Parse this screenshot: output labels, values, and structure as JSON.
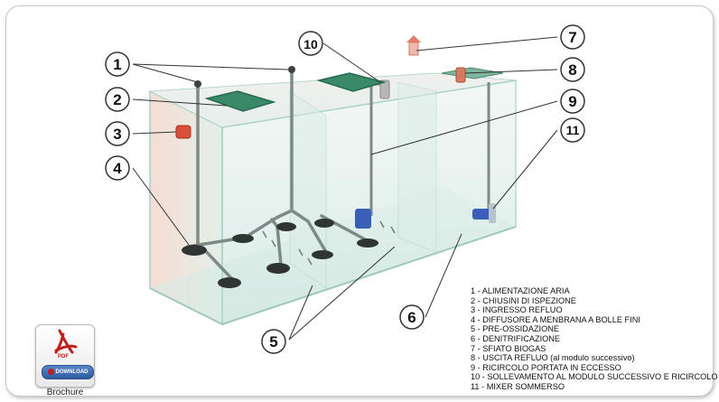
{
  "callouts": [
    "1",
    "2",
    "3",
    "4",
    "5",
    "6",
    "7",
    "8",
    "9",
    "10",
    "11"
  ],
  "legend": [
    "1 - ALIMENTAZIONE ARIA",
    "2 - CHIUSINI DI ISPEZIONE",
    "3 - INGRESSO REFLUO",
    "4 - DIFFUSORE A MENBRANA A BOLLE FINI",
    "5 - PRE-OSSIDAZIONE",
    "6 - DENITRIFICAZIONE",
    "7 - SFIATO BIOGAS",
    "8 - USCITA REFLUO (al modulo successivo)",
    "9 - RICIRCOLO PORTATA IN ECCESSO",
    "10 - SOLLEVAMENTO AL MODULO  SUCCESSIVO E RICIRCOLO",
    "11 - MIXER SOMMERSO"
  ],
  "brochure": {
    "pdf_label": "PDF",
    "download_label": "DOWNLOAD",
    "caption": "Brochure"
  },
  "colors": {
    "tank_glass": "#cfe6df",
    "tank_edge": "#9fc9bd",
    "pipe": "#7d8a87",
    "hatch": "#3a8a6a",
    "inlet": "#d94f3a",
    "mixer": "#3b5fb5"
  }
}
